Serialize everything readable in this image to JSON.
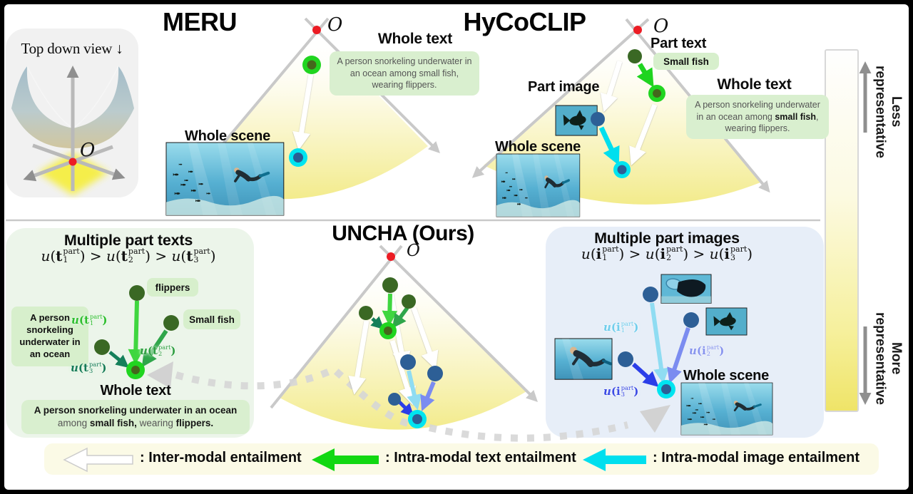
{
  "figure": {
    "top_down": {
      "label": "Top down view ↓",
      "origin": "O"
    },
    "axis": {
      "less_label": "Less representative",
      "more_label": "More representative"
    },
    "meru": {
      "title": "MERU",
      "origin": "O",
      "whole_text_label": "Whole text",
      "whole_text_caption": [
        {
          "t": "A person snorkeling underwater in an ocean among small fish, wearing flippers."
        }
      ],
      "whole_scene_label": "Whole scene"
    },
    "hycoclip": {
      "title": "HyCoCLIP",
      "origin": "O",
      "part_text_label": "Part text",
      "part_text_box": "Small fish",
      "part_image_label": "Part image",
      "whole_text_label": "Whole text",
      "whole_text_caption": [
        {
          "t": "A person snorkeling underwater in an ocean among "
        },
        {
          "t": "small fish",
          "b": true
        },
        {
          "t": ", wearing flippers."
        }
      ],
      "whole_scene_label": "Whole scene"
    },
    "uncha": {
      "title": "UNCHA (Ours)",
      "origin": "O"
    },
    "part_texts_panel": {
      "title": "Multiple part texts",
      "formula": [
        {
          "t": "u",
          "i": true
        },
        {
          "t": "("
        },
        {
          "base": "t",
          "sub": "1",
          "sup": "part"
        },
        {
          "t": ") > "
        },
        {
          "t": "u",
          "i": true
        },
        {
          "t": "("
        },
        {
          "base": "t",
          "sub": "2",
          "sup": "part"
        },
        {
          "t": ") > "
        },
        {
          "t": "u",
          "i": true
        },
        {
          "t": "("
        },
        {
          "base": "t",
          "sub": "3",
          "sup": "part"
        },
        {
          "t": ")"
        }
      ],
      "flippers_box": "flippers",
      "person_box": "A person snorkeling underwater in an ocean",
      "small_fish_box": "Small fish",
      "u1": [
        {
          "t": "u",
          "i": true
        },
        {
          "t": "("
        },
        {
          "base": "t",
          "sub": "1",
          "sup": "part"
        },
        {
          "t": ")"
        }
      ],
      "u2": [
        {
          "t": "u",
          "i": true
        },
        {
          "t": "("
        },
        {
          "base": "t",
          "sub": "2",
          "sup": "part"
        },
        {
          "t": ")"
        }
      ],
      "u3": [
        {
          "t": "u",
          "i": true
        },
        {
          "t": "("
        },
        {
          "base": "t",
          "sub": "3",
          "sup": "part"
        },
        {
          "t": ")"
        }
      ],
      "whole_text_label": "Whole text",
      "whole_text_caption": [
        {
          "t": "A person snorkeling underwater in an ocean",
          "b": true
        },
        {
          "t": " among "
        },
        {
          "t": "small fish,",
          "b": true
        },
        {
          "t": " wearing "
        },
        {
          "t": "flippers.",
          "b": true
        }
      ]
    },
    "part_images_panel": {
      "title": "Multiple part images",
      "formula": [
        {
          "t": "u",
          "i": true
        },
        {
          "t": "("
        },
        {
          "base": "i",
          "sub": "1",
          "sup": "part"
        },
        {
          "t": ") > "
        },
        {
          "t": "u",
          "i": true
        },
        {
          "t": "("
        },
        {
          "base": "i",
          "sub": "2",
          "sup": "part"
        },
        {
          "t": ") > "
        },
        {
          "t": "u",
          "i": true
        },
        {
          "t": "("
        },
        {
          "base": "i",
          "sub": "3",
          "sup": "part"
        },
        {
          "t": ")"
        }
      ],
      "i1": [
        {
          "t": "u",
          "i": true
        },
        {
          "t": "("
        },
        {
          "base": "i",
          "sub": "1",
          "sup": "part"
        },
        {
          "t": ")"
        }
      ],
      "i2": [
        {
          "t": "u",
          "i": true
        },
        {
          "t": "("
        },
        {
          "base": "i",
          "sub": "2",
          "sup": "part"
        },
        {
          "t": ")"
        }
      ],
      "i3": [
        {
          "t": "u",
          "i": true
        },
        {
          "t": "("
        },
        {
          "base": "i",
          "sub": "3",
          "sup": "part"
        },
        {
          "t": ")"
        }
      ],
      "whole_scene_label": "Whole scene"
    },
    "legend": {
      "items": [
        {
          "label": ": Inter-modal entailment",
          "arrow_color": "#ffffff"
        },
        {
          "label": ": Intra-modal text entailment",
          "arrow_color": "#12d812"
        },
        {
          "label": ": Intra-modal image entailment",
          "arrow_color": "#00dfee"
        }
      ]
    }
  }
}
